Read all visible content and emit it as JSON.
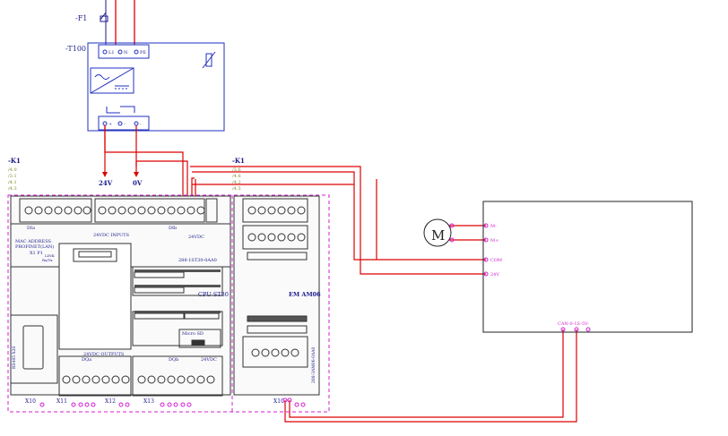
{
  "labels": {
    "fuse": "-F1",
    "psu": "-T100",
    "psu_in": [
      "L1",
      "N",
      "PE"
    ],
    "psu_out": [
      "+",
      "-",
      "-"
    ],
    "cpu_tag": "-K1",
    "ext_tag": "-K1",
    "cpu_refs": [
      "/4.0",
      "/3.1",
      "/4.1",
      "/4.3"
    ],
    "ext_refs": [
      "/3.6",
      "/4.6",
      "/4.2",
      "/4.5"
    ],
    "rail_24v": "24V",
    "rail_0v": "0V",
    "cpu_model": "CPU ST30",
    "cpu_order": "288-1ST30-0AA0",
    "ext_name": "EM AM06",
    "ext_order": "288-3AM06-0AA0",
    "x10": "X10",
    "x11": "X11",
    "x12": "X12",
    "x13": "X13",
    "x10b": "X10",
    "mac": "MAC ADDRESS",
    "profinet": "PROFINET(LAN)",
    "x1p1": "X1 P1",
    "link": "LINK",
    "rxtx": "Rx/Tx",
    "micro_sd": "Micro SD",
    "rs485": "RS485 X20",
    "di_label": "DIa",
    "di_label_b": "DIb",
    "inputs": "24VDC INPUTS",
    "outputs": "24VDC OUTPUTS",
    "dqa": "DQa",
    "dqb": "DQb",
    "dc_sup": "24VDC",
    "motor": "M",
    "drive_pins": [
      "M-",
      "M+",
      "COM",
      "24V"
    ],
    "ctrl_label": "CAN-0-1S-5V-"
  }
}
